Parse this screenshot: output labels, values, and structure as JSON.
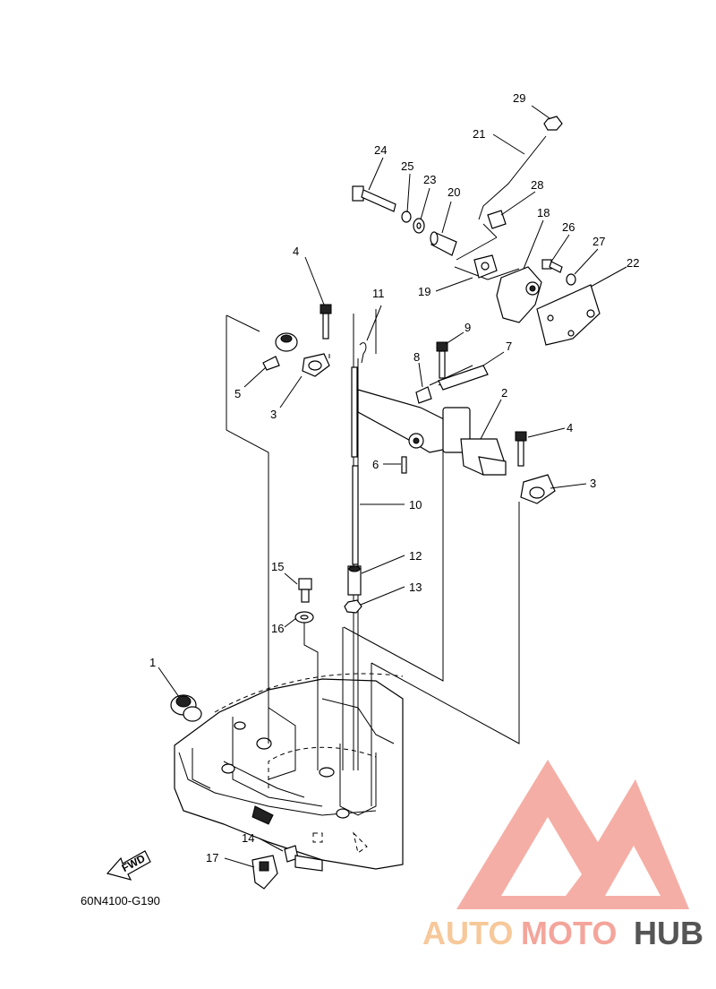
{
  "diagram": {
    "code": "60N4100-G190",
    "fwd_label": "FWD",
    "callouts": {
      "c1": "1",
      "c2": "2",
      "c3a": "3",
      "c3b": "3",
      "c4a": "4",
      "c4b": "4",
      "c5": "5",
      "c6": "6",
      "c7": "7",
      "c8": "8",
      "c9": "9",
      "c10": "10",
      "c11": "11",
      "c12": "12",
      "c13": "13",
      "c14": "14",
      "c15": "15",
      "c16": "16",
      "c17": "17",
      "c18": "18",
      "c19": "19",
      "c20": "20",
      "c21": "21",
      "c22": "22",
      "c23": "23",
      "c24": "24",
      "c25": "25",
      "c26": "26",
      "c27": "27",
      "c28": "28",
      "c29": "29"
    }
  },
  "watermark": {
    "part_auto": "AUTO",
    "part_moto": "MOTO",
    "part_hub": "HUB",
    "logo_color": "#f4a59b",
    "auto_color": "#f7c89a",
    "hub_color": "#555555"
  }
}
